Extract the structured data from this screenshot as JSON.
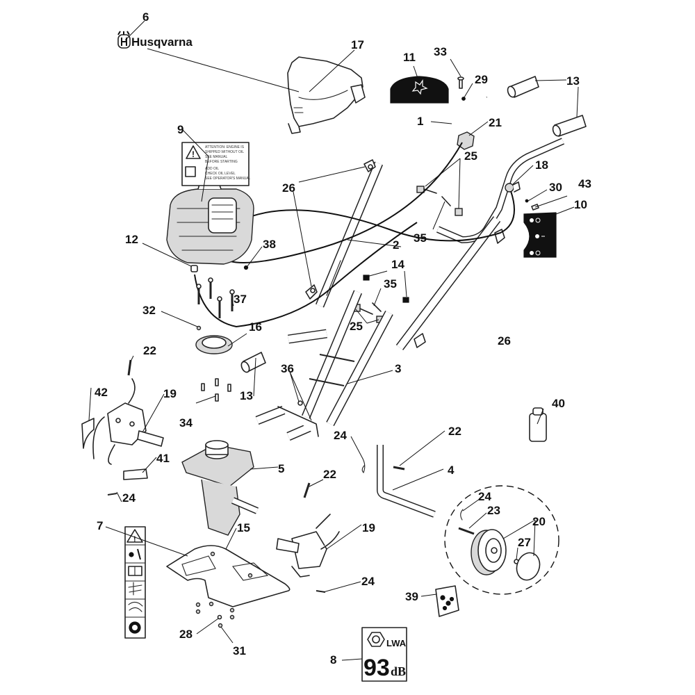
{
  "diagram": {
    "title": "Husqvarna cultivator exploded parts diagram",
    "brand": {
      "logo_text": "Husqvarna",
      "logo_icon": "husqvarna-crown-h-icon"
    },
    "decals": {
      "engine_warning_label": {
        "text_lines": [
          "ATTENTION: ENGINE IS",
          "SHIPPED WITHOUT OIL",
          "SEE MANUAL",
          "BEFORE STARTING",
          "ADD OIL",
          "CHECK OIL LEVEL",
          "SEE OPERATOR'S MANUAL"
        ]
      },
      "safety_strip_icons": [
        "warning-triangle-icon",
        "thrown-objects-icon",
        "read-manual-icon",
        "rotating-tines-icon",
        "keep-hands-away-icon",
        "ear-protection-icon"
      ],
      "noise_label": {
        "value": "93",
        "unit_prefix": "LWA",
        "unit": "dB",
        "icon": "engine-nut-icon"
      }
    },
    "callouts": [
      {
        "number": "1",
        "part": "upper handle"
      },
      {
        "number": "2",
        "part": "throttle cable"
      },
      {
        "number": "3",
        "part": "lower handle frame"
      },
      {
        "number": "4",
        "part": "wheel bracket"
      },
      {
        "number": "5",
        "part": "gearbox"
      },
      {
        "number": "6",
        "part": "brand decal"
      },
      {
        "number": "7",
        "part": "safety decal strip"
      },
      {
        "number": "8",
        "part": "noise decal"
      },
      {
        "number": "9",
        "part": "engine warning decal / engine"
      },
      {
        "number": "10",
        "part": "console plate"
      },
      {
        "number": "11",
        "part": "handle decal"
      },
      {
        "number": "12",
        "part": "cable end"
      },
      {
        "number": "13",
        "part": "hand grips"
      },
      {
        "number": "14",
        "part": "springs"
      },
      {
        "number": "15",
        "part": "tine shield"
      },
      {
        "number": "16",
        "part": "engine adapter"
      },
      {
        "number": "17",
        "part": "engine cover"
      },
      {
        "number": "18",
        "part": "throttle control"
      },
      {
        "number": "19",
        "part": "tine assemblies"
      },
      {
        "number": "20",
        "part": "wheel"
      },
      {
        "number": "21",
        "part": "switch bracket"
      },
      {
        "number": "22",
        "part": "pins"
      },
      {
        "number": "23",
        "part": "axle"
      },
      {
        "number": "24",
        "part": "hairpin clips"
      },
      {
        "number": "25",
        "part": "knobs / clamps"
      },
      {
        "number": "26",
        "part": "wing nuts"
      },
      {
        "number": "27",
        "part": "nut"
      },
      {
        "number": "28",
        "part": "washer"
      },
      {
        "number": "29",
        "part": "nut"
      },
      {
        "number": "30",
        "part": "nut"
      },
      {
        "number": "31",
        "part": "nut"
      },
      {
        "number": "32",
        "part": "nut"
      },
      {
        "number": "33",
        "part": "screw"
      },
      {
        "number": "34",
        "part": "screws"
      },
      {
        "number": "35",
        "part": "bolts"
      },
      {
        "number": "36",
        "part": "bolts"
      },
      {
        "number": "37",
        "part": "engine bolts"
      },
      {
        "number": "38",
        "part": "nut"
      },
      {
        "number": "39",
        "part": "hardware bag"
      },
      {
        "number": "40",
        "part": "oil bottle"
      },
      {
        "number": "41",
        "part": "tine"
      },
      {
        "number": "42",
        "part": "tine"
      },
      {
        "number": "43",
        "part": "screw"
      }
    ],
    "label_positions_repeat": {
      "13": 2,
      "19": 2,
      "22": 3,
      "24": 4,
      "25": 2,
      "26": 2,
      "35": 2
    }
  }
}
